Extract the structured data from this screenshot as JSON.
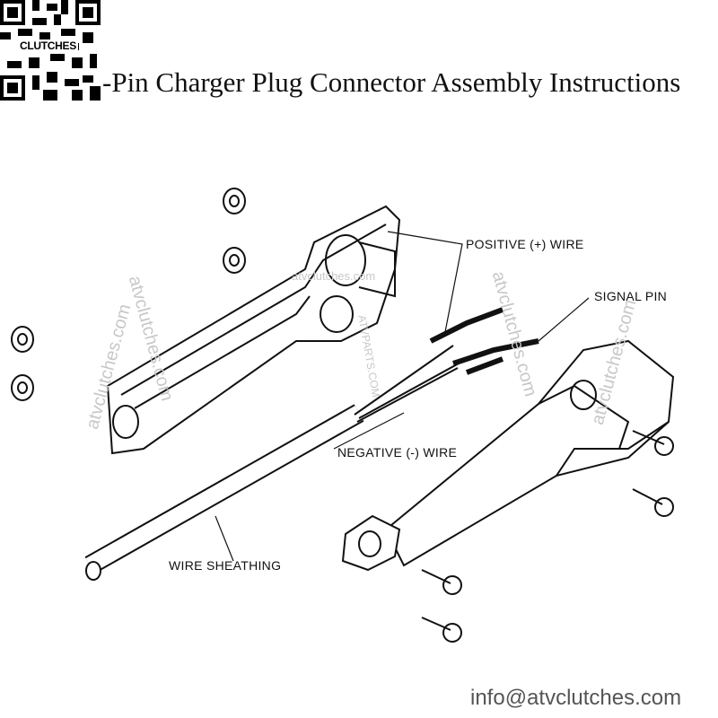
{
  "header": {
    "title": "-Pin Charger Plug Connector Assembly Instructions",
    "qr_label": "CLUTCHES"
  },
  "labels": {
    "positive_wire": "POSITIVE (+) WIRE",
    "signal_pin": "SIGNAL PIN",
    "negative_wire": "NEGATIVE (-) WIRE",
    "wire_sheathing": "WIRE SHEATHING"
  },
  "watermarks": [
    "atvclutches.com",
    "atvclutches.com",
    "atvclutches.com",
    "atvclutches.com",
    "atvclutches.com",
    "ATVPARTS.COM"
  ],
  "footer": {
    "email": "info@atvclutches.com"
  }
}
